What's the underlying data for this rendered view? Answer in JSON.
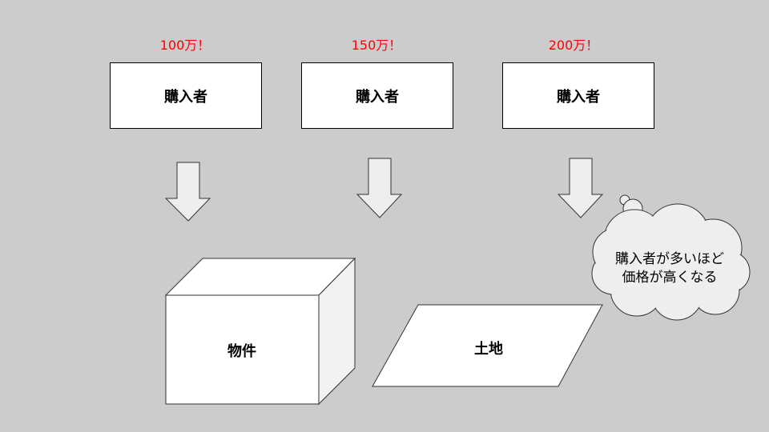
{
  "buyers": [
    {
      "price": "100万！",
      "label": "購入者"
    },
    {
      "price": "150万！",
      "label": "購入者"
    },
    {
      "price": "200万！",
      "label": "購入者"
    }
  ],
  "property": {
    "label": "物件"
  },
  "land": {
    "label": "土地"
  },
  "thought": {
    "line1": "購入者が多いほど",
    "line2": "価格が高くなる"
  },
  "colors": {
    "background": "#cccccc",
    "price_text": "#ff0000",
    "arrow_fill": "#eeeeee",
    "stroke": "#333333"
  }
}
